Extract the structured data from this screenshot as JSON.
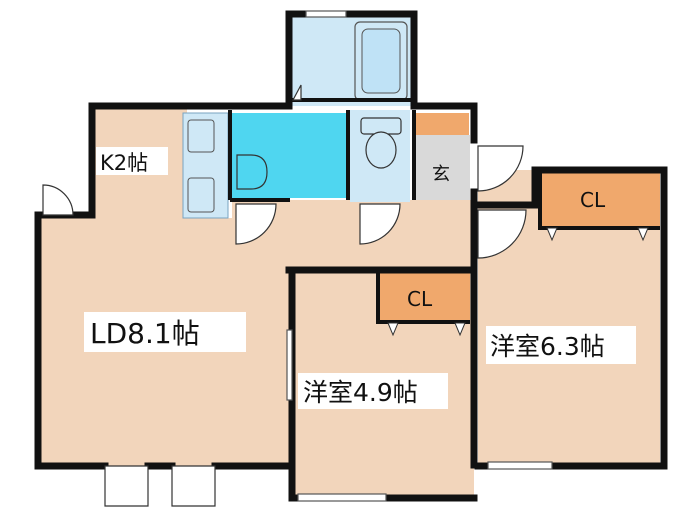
{
  "rooms": {
    "kitchen": "K2帖",
    "living_dining": "LD8.1帖",
    "western_small": "洋室4.9帖",
    "western_large": "洋室6.3帖",
    "entrance": "玄",
    "closet_small": "CL",
    "closet_large": "CL"
  },
  "colors": {
    "room_floor": "#f2d5bb",
    "wet_area_blue": "#cfe8f6",
    "washroom_cyan": "#4fd6f0",
    "closet_orange": "#f0a86c",
    "entrance_gray": "#d9d9d9",
    "wall": "#111111"
  }
}
